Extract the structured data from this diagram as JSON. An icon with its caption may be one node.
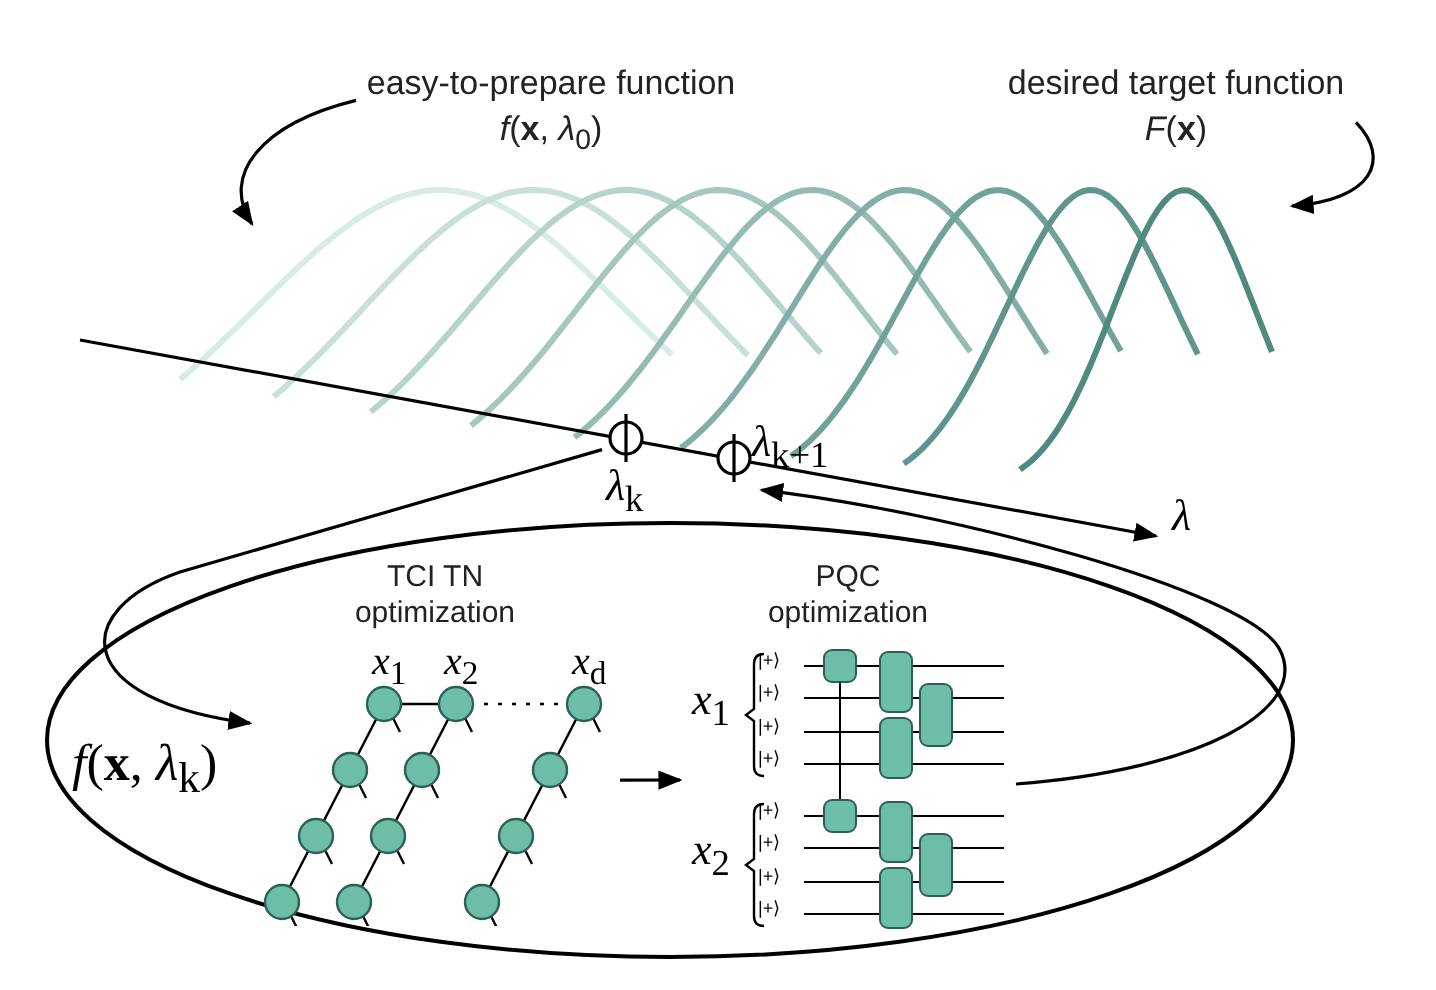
{
  "diagram": {
    "nodes": [
      {
        "text": [
          "easy-to-prepare function *f*(**x**, *λ*$_{0}$)"
        ]
      },
      {
        "text": [
          "desired target function *F*(**x**)"
        ]
      },
      {
        "text": [
          "*λ*$_{k}$"
        ]
      },
      {
        "text": [
          "*λ*$_{k+1}$"
        ]
      },
      {
        "text": [],
        "shape": "ellipse"
      },
      {
        "text": [
          "TCI TN optimization"
        ],
        "in": 4
      },
      {
        "text": [
          "PQC optimization"
        ],
        "in": 4
      }
    ],
    "edges": [
      {
        "from": 0,
        "to": null,
        "arrow": "to"
      },
      {
        "from": 1,
        "to": null,
        "arrow": "to"
      },
      {
        "from": 2,
        "to": 5,
        "arrow": "to"
      },
      {
        "from": 5,
        "to": 6,
        "arrow": "to"
      },
      {
        "from": 6,
        "to": 3,
        "arrow": "to"
      }
    ],
    "labels": [
      "*λ*",
      "*f*(**x**, *λ*$_{k}$)",
      "*x*$_{1}$",
      "*x*$_{2}$",
      "*x*$_{d}$",
      "*x*$_{1}$",
      "|+⟩",
      "|+⟩",
      "|+⟩",
      "|+⟩",
      "*x*$_{2}$",
      "|+⟩",
      "|+⟩",
      "|+⟩",
      "|+⟩"
    ]
  }
}
